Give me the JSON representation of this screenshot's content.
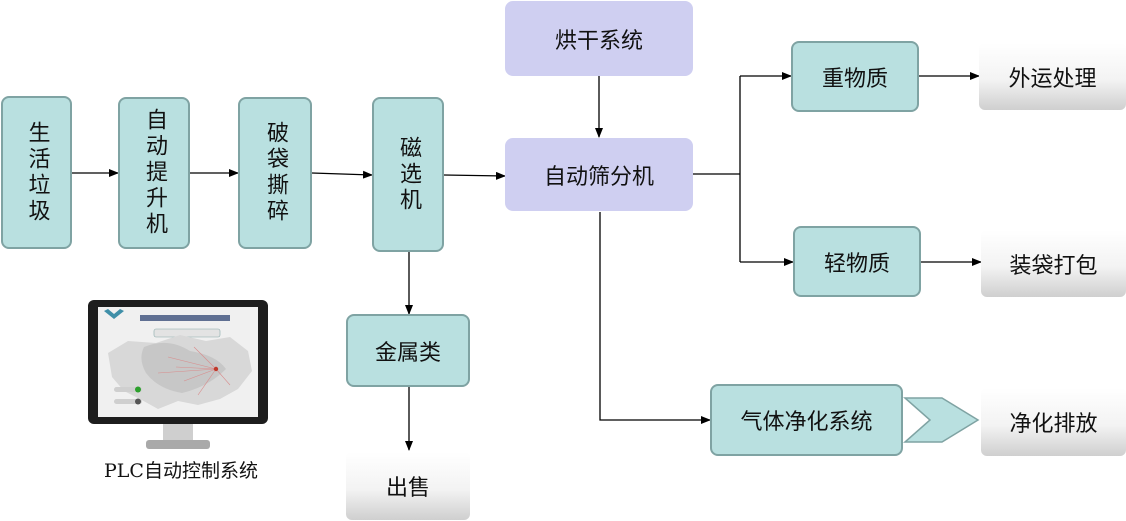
{
  "nodes": {
    "domestic_waste": "生活垃圾",
    "auto_lifter": "自动提升机",
    "bag_breaker": "破袋撕碎",
    "magnetic_separator": "磁选机",
    "drying_system": "烘干系统",
    "auto_screener": "自动筛分机",
    "heavy_matter": "重物质",
    "light_matter": "轻物质",
    "gas_purification": "气体净化系统",
    "metals": "金属类"
  },
  "outputs": {
    "external_disposal": "外运处理",
    "bagging": "装袋打包",
    "purified_discharge": "净化排放",
    "sale": "出售"
  },
  "plc": {
    "caption": "PLC自动控制系统"
  },
  "colors": {
    "process_box": "#b9e0e0",
    "process_border": "#7fa3a3",
    "central_box": "#cfcff1",
    "output_box": "#e6e6e6",
    "arrow": "#000000"
  }
}
